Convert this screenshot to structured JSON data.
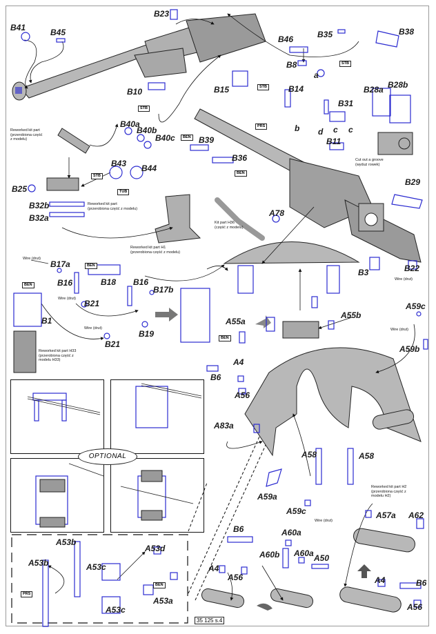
{
  "document": {
    "type": "assembly instruction sheet",
    "page_code": "35 125 s.4",
    "optional_label": "OPTIONAL"
  },
  "colors": {
    "part_blue": "#2a2ad0",
    "kit_grey": "#b8b8b8",
    "outline": "#222222",
    "frame_grey": "#999999"
  },
  "labels": {
    "B41": "B41",
    "B45": "B45",
    "B23": "B23",
    "B35": "B35",
    "B38": "B38",
    "B46": "B46",
    "B8": "B8",
    "B10": "B10",
    "B15": "B15",
    "B14": "B14",
    "B28a": "B28a",
    "B28b": "B28b",
    "B31": "B31",
    "a": "a",
    "b": "b",
    "c1": "c",
    "c2": "c",
    "d": "d",
    "B11": "B11",
    "B40a": "B40a",
    "B40b": "B40b",
    "B40c": "B40c",
    "B39": "B39",
    "B36": "B36",
    "B43": "B43",
    "B44": "B44",
    "B25": "B25",
    "B32b": "B32b",
    "B32a": "B32a",
    "B29": "B29",
    "A78": "A78",
    "B3": "B3",
    "B22": "B22",
    "B17a": "B17a",
    "B16a": "B16",
    "B18": "B18",
    "B16b": "B16",
    "B17b": "B17b",
    "B21a": "B21",
    "B21b": "B21",
    "B1": "B1",
    "B19": "B19",
    "A55a": "A55a",
    "A55b": "A55b",
    "A59c_top": "A59c",
    "A59b": "A59b",
    "A4_top": "A4",
    "B6_top": "B6",
    "A56_top": "A56",
    "A83a": "A83a",
    "A58_left": "A58",
    "A58_right": "A58",
    "A59a": "A59a",
    "A59c_bottom": "A59c",
    "A57a": "A57a",
    "A62": "A62",
    "B6_mid": "B6",
    "A4_mid": "A4",
    "A56_mid": "A56",
    "A60a_1": "A60a",
    "A60a_2": "A60a",
    "A60b": "A60b",
    "A50": "A50",
    "A4_right": "A4",
    "B6_right": "B6",
    "A56_right": "A56",
    "A53b_1": "A53b",
    "A53b_2": "A53b",
    "A53d": "A53d",
    "A53c_1": "A53c",
    "A53a": "A53a",
    "A53c_2": "A53c"
  },
  "tool_tags": {
    "stb_b10": "STB",
    "stb_b15": "STB",
    "stb_a": "STB",
    "prs_b14": "PRS",
    "ben_b39": "BEN",
    "ben_b36": "BEN",
    "stb_b43": "STB",
    "tub_b43": "TUB",
    "ben_b18": "BEN",
    "ben_b1": "BEN",
    "ben_a55a": "BEN",
    "ben_a53a": "BEN",
    "prs_a53b": "PRS"
  },
  "notes": {
    "reworked_barrel": "Reworked kit part\n(przerobiona część\nz modelu)",
    "reworked_block": "Reworked kit part\n(przerobiona część z modelu)",
    "reworked_h1": "Reworked kit part H1\n(przerobiona część z modelu)",
    "kit_h36": "Kit part H36\n(część z modelu)",
    "cut_groove": "Cut out a groove\n(wyduż rowek)",
    "wire_b17a": "Wire (drut)",
    "wire_b21a": "Wire (drut)",
    "wire_b21b": "Wire (drut)",
    "wire_b3": "Wire (drut)",
    "wire_a59c_top": "Wire (drut)",
    "wire_a59c_bottom": "Wire (drut)",
    "reworked_h33": "Reworked kit part H33\n(przerobiona część z\nmodelu H33)",
    "reworked_h2": "Reworked kit part H2\n(przerobiona część z\nmodelu H2)"
  }
}
